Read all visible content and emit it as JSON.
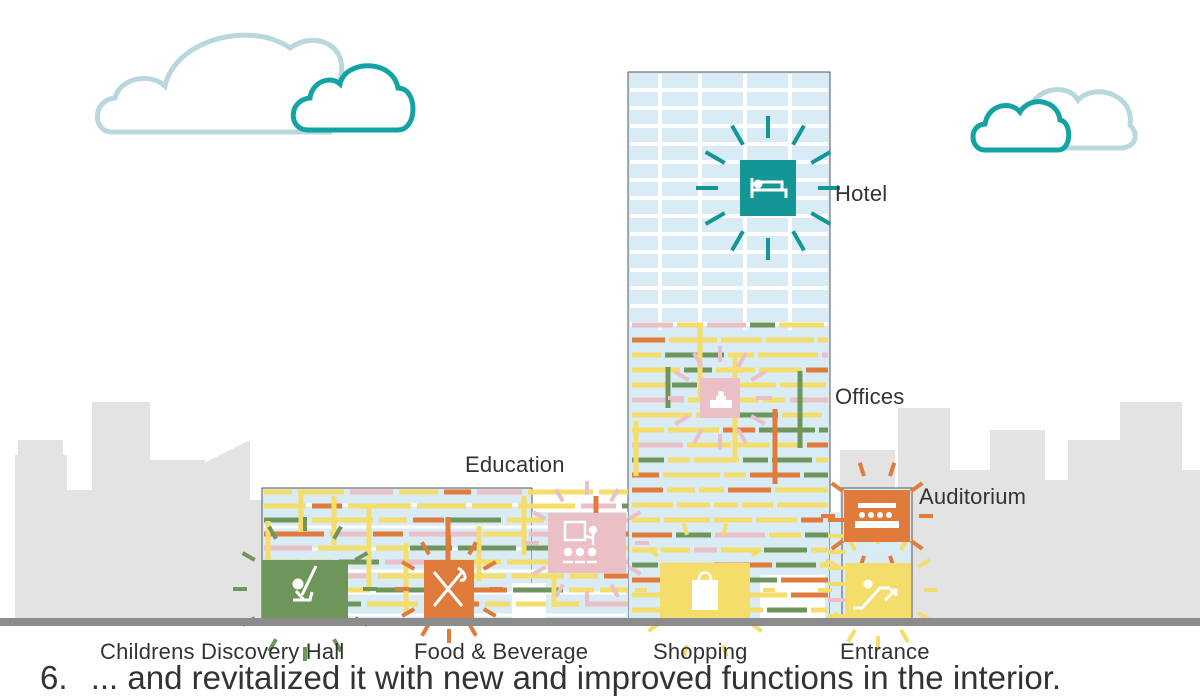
{
  "labels": {
    "hotel": "Hotel",
    "offices": "Offices",
    "education": "Education",
    "auditorium": "Auditorium",
    "childrens_discovery_hall": "Childrens Discovery Hall",
    "food_beverage": "Food & Beverage",
    "shopping": "Shopping",
    "entrance": "Entrance"
  },
  "caption": {
    "number": "6.",
    "text": "... and revitalized it with new and improved functions in the interior."
  },
  "colors": {
    "skyline": "#e3e3e3",
    "ground": "#8c8c8c",
    "cloud_light": "#b9d7de",
    "cloud_teal": "#14a3a3",
    "glass": "#d9ecf6",
    "yellow": "#f4dd6a",
    "orange": "#e07b3c",
    "pink": "#eabfc6",
    "green": "#6e955a",
    "teal": "#149696"
  },
  "icons": [
    "bed-icon",
    "desk-icon",
    "classroom-icon",
    "audience-icon",
    "swing-icon",
    "fork-knife-icon",
    "shopping-bag-icon",
    "escalator-icon"
  ]
}
